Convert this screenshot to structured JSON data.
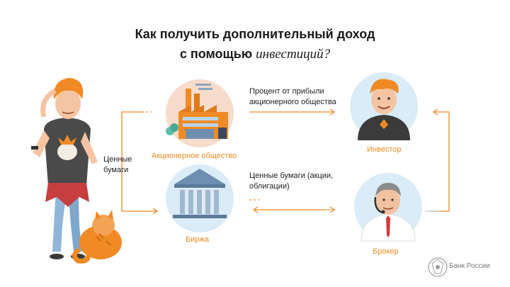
{
  "title": {
    "line1": "Как получить дополнительный доход",
    "line2_prefix": "с помощью",
    "line2_italic": "инвестиций?"
  },
  "labels": {
    "profit": "Процент от прибыли акционерного общества",
    "securities_offer": "Ценные бумаги (акции, облигации)",
    "securities_left": "Ценные бумаги",
    "company": "Акционерное общество",
    "exchange": "Биржа",
    "investor": "Инвестор",
    "broker": "Брокер",
    "logo": "Банк России"
  },
  "colors": {
    "accent": "#f08a24",
    "circle_peach": "#f8dccb",
    "circle_blue": "#d9ecf7",
    "arrow_gray": "#b7b7b7"
  }
}
